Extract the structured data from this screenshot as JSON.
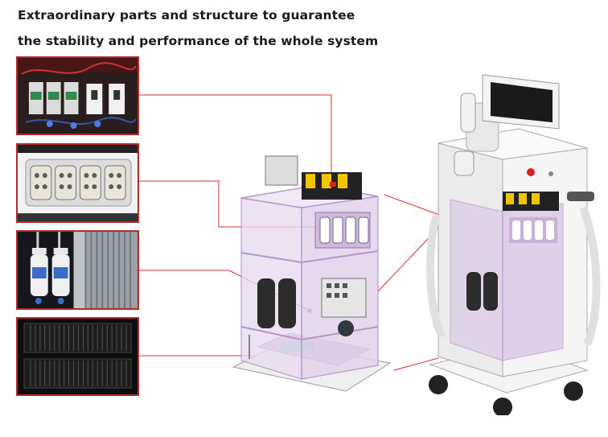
{
  "headline": {
    "line1": "Extraordinary parts and structure to guarantee",
    "line2": "the stability and performance of the whole system"
  },
  "colors": {
    "frame_red": "#b22a2a",
    "line_red": "#d03030",
    "frame_purple": "#c8a3d4",
    "panel_purple": "#d9c5e3",
    "metal_grey": "#e6e6e6",
    "screen_dark": "#1a1a1a"
  },
  "thumbnails": [
    {
      "name": "contactor-relay-module-photo"
    },
    {
      "name": "water-pump-connector-photo"
    },
    {
      "name": "water-filter-bottles-photo"
    },
    {
      "name": "cooling-radiator-photo"
    }
  ],
  "icons": [
    "laser-machine-cutaway-icon",
    "laser-machine-full-icon"
  ]
}
